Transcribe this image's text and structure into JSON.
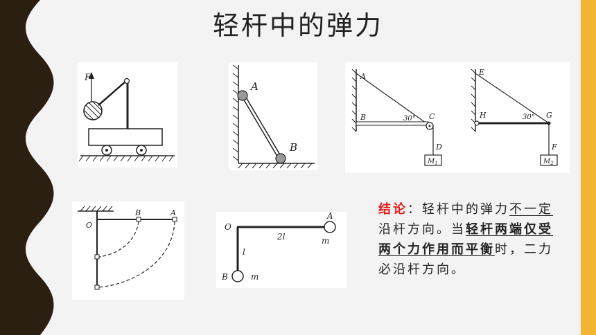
{
  "title": "轻杆中的弹力",
  "colors": {
    "left_band": "#2a1f10",
    "right_band": "#f2b531",
    "accent_red": "#e31b1b"
  },
  "figures": {
    "crane": {
      "force_label": "F"
    },
    "wall_rod": {
      "top_label": "A",
      "bottom_label": "B"
    },
    "bracket1": {
      "top": "A",
      "left": "B",
      "joint": "C",
      "hang": "D",
      "angle": "30°",
      "mass": "M",
      "mass_sub": "1"
    },
    "bracket2": {
      "top": "E",
      "left": "H",
      "joint": "G",
      "hang": "F",
      "angle": "30°",
      "mass": "M",
      "mass_sub": "2"
    },
    "swing": {
      "pivot": "O",
      "mid": "B",
      "end": "A"
    },
    "lrod": {
      "pivot": "O",
      "end_a": "A",
      "end_b": "B",
      "len_long": "2l",
      "len_short": "l",
      "mass_a": "m",
      "mass_b": "m"
    }
  },
  "conclusion": {
    "label": "结论",
    "colon": "：",
    "part1": "轻杆中的弹力",
    "part2": "不一定",
    "part3": "沿杆方向。当",
    "part4": "轻杆两端仅受两个力作用而平衡",
    "part5": "时，二力必沿杆方向。"
  }
}
